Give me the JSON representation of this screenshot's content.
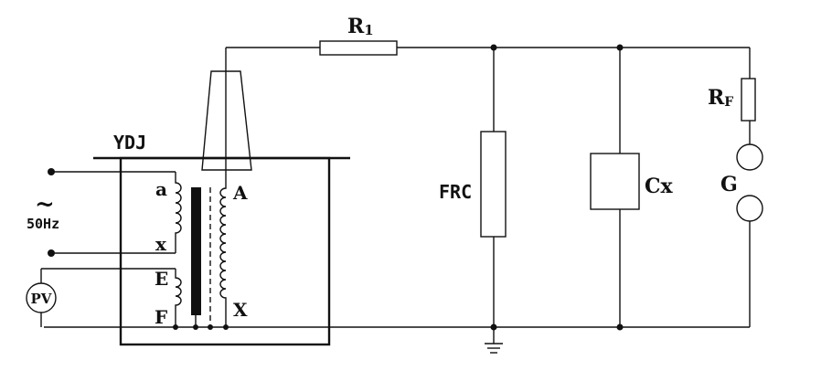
{
  "labels": {
    "r1_main": "R",
    "r1_sub": "1",
    "ydj": "YDJ",
    "a_low": "a",
    "x_low": "x",
    "a_high": "A",
    "x_high": "X",
    "e": "E",
    "f": "F",
    "tilde": "~",
    "freq": "50Hz",
    "pv": "PV",
    "frc": "FRC",
    "cx_main": "C",
    "cx_sub": "x",
    "rf_main": "R",
    "rf_sub": "F",
    "g": "G"
  },
  "colors": {
    "line": "#111111",
    "capacitor_fill": "#c8c8c8",
    "background": "#ffffff"
  }
}
